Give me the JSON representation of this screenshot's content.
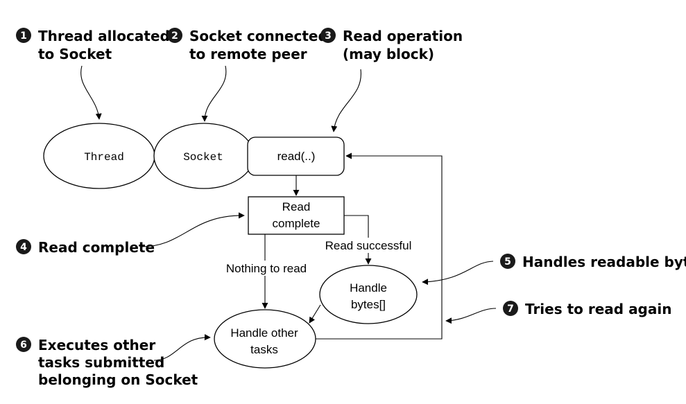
{
  "nodes": {
    "thread": "Thread",
    "socket": "Socket",
    "read": "read(..)",
    "read_complete": [
      "Read",
      "complete"
    ],
    "handle_bytes": [
      "Handle",
      "bytes[]"
    ],
    "handle_other": [
      "Handle other",
      "tasks"
    ]
  },
  "edges": {
    "read_successful": "Read successful",
    "nothing_to_read": "Nothing to read"
  },
  "callouts": [
    {
      "num": "1",
      "lines": [
        "Thread allocated",
        "to Socket"
      ]
    },
    {
      "num": "2",
      "lines": [
        "Socket connected",
        "to remote peer"
      ]
    },
    {
      "num": "3",
      "lines": [
        "Read operation",
        "(may block)"
      ]
    },
    {
      "num": "4",
      "lines": [
        "Read complete"
      ]
    },
    {
      "num": "5",
      "lines": [
        "Handles readable bytes"
      ]
    },
    {
      "num": "6",
      "lines": [
        "Executes other",
        "tasks submitted",
        "belonging on Socket"
      ]
    },
    {
      "num": "7",
      "lines": [
        "Tries to read again"
      ]
    }
  ]
}
